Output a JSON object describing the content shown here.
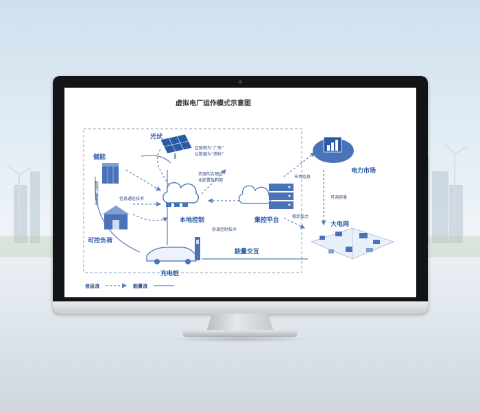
{
  "diagram": {
    "title": "虚拟电厂运作模式示意图",
    "nodes": {
      "solar": "光伏",
      "storage": "储能",
      "local_control": "本地控制",
      "controllable_load": "可控负荷",
      "charging_pile": "充电桩",
      "central_platform": "集控平台",
      "power_market": "电力市场",
      "main_grid": "大电网"
    },
    "annotations": {
      "smart_metering": "智能计量技术",
      "info_comm": "信息通信技术",
      "internet_fuel_1": "互联网为“厂房”",
      "internet_fuel_2": "以数据为“燃料”",
      "resource_opt_1": "资源的合理优",
      "resource_opt_2": "化配置及利用",
      "coordinated_control": "协调控制技术",
      "energy_interaction": "能量交互",
      "market_info": "市场信息",
      "tradable_capacity": "可调容量",
      "stable_output": "稳定出力"
    },
    "legend": {
      "info_flow": "信息流",
      "energy_flow": "能量流"
    }
  },
  "colors": {
    "accent": "#2a5aa6",
    "line": "#5b7fb8",
    "bezel": "#121417"
  }
}
